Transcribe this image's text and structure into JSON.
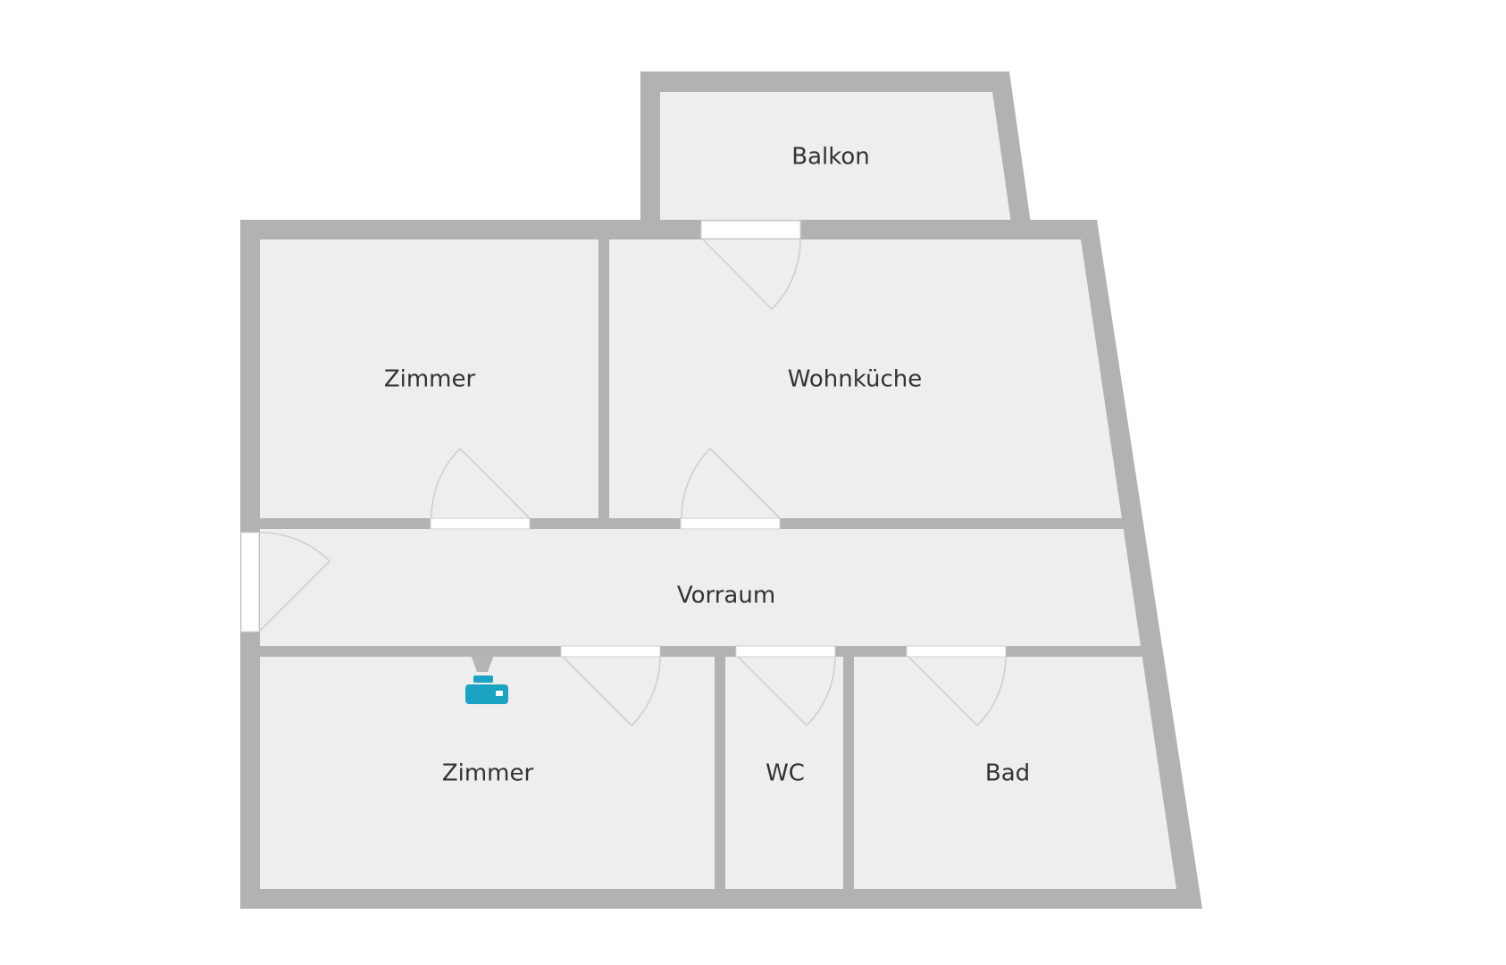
{
  "rooms": {
    "balkon": "Balkon",
    "zimmer_top": "Zimmer",
    "wohnkueche": "Wohnküche",
    "vorraum": "Vorraum",
    "zimmer_bottom": "Zimmer",
    "wc": "WC",
    "bad": "Bad"
  },
  "colors": {
    "wall": "#b2b2b2",
    "floor": "#eeeeee",
    "label": "#333333",
    "device_icon": "#1aa3c2"
  },
  "icons": {
    "device": "projector-icon"
  }
}
